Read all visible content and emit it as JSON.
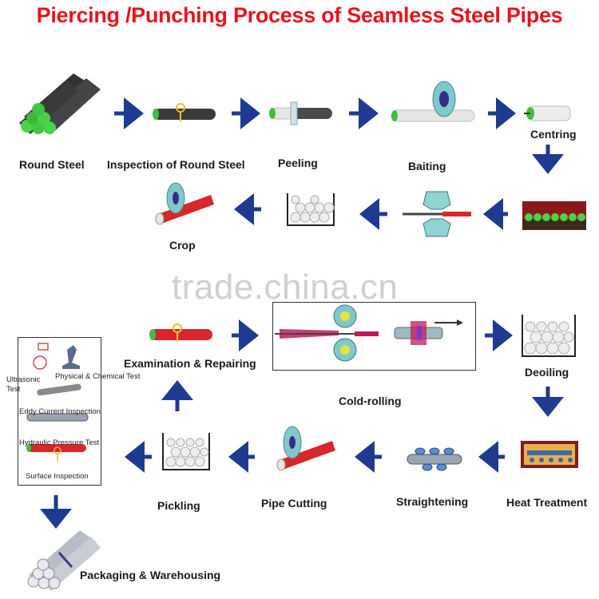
{
  "title": "Piercing /Punching Process of Seamless Steel Pipes",
  "watermark": "trade.china.cn",
  "steps": {
    "round_steel": "Round Steel",
    "inspection": "Inspection of Round Steel",
    "peeling": "Peeling",
    "baiting": "Baiting",
    "centring": "Centring",
    "crop": "Crop",
    "examination": "Examination & Repairing",
    "cold_rolling": "Cold-rolling",
    "deoiling": "Deoiling",
    "heat_treatment": "Heat Treatment",
    "straightening": "Straightening",
    "pipe_cutting": "Pipe Cutting",
    "pickling": "Pickling",
    "packaging": "Packaging & Warehousing"
  },
  "tests": {
    "ultrasonic": "Ultrasonic Test",
    "physical": "Physical & Chemical Test",
    "eddy": "Eddy Current Inspection",
    "hydraulic": "Hydraulic Pressure Test",
    "surface": "Surface Inspection"
  },
  "colors": {
    "title": "#e8141e",
    "arrow": "#1f3b8f",
    "pipe_red": "#d8262a",
    "pipe_green": "#3fc03f"
  }
}
